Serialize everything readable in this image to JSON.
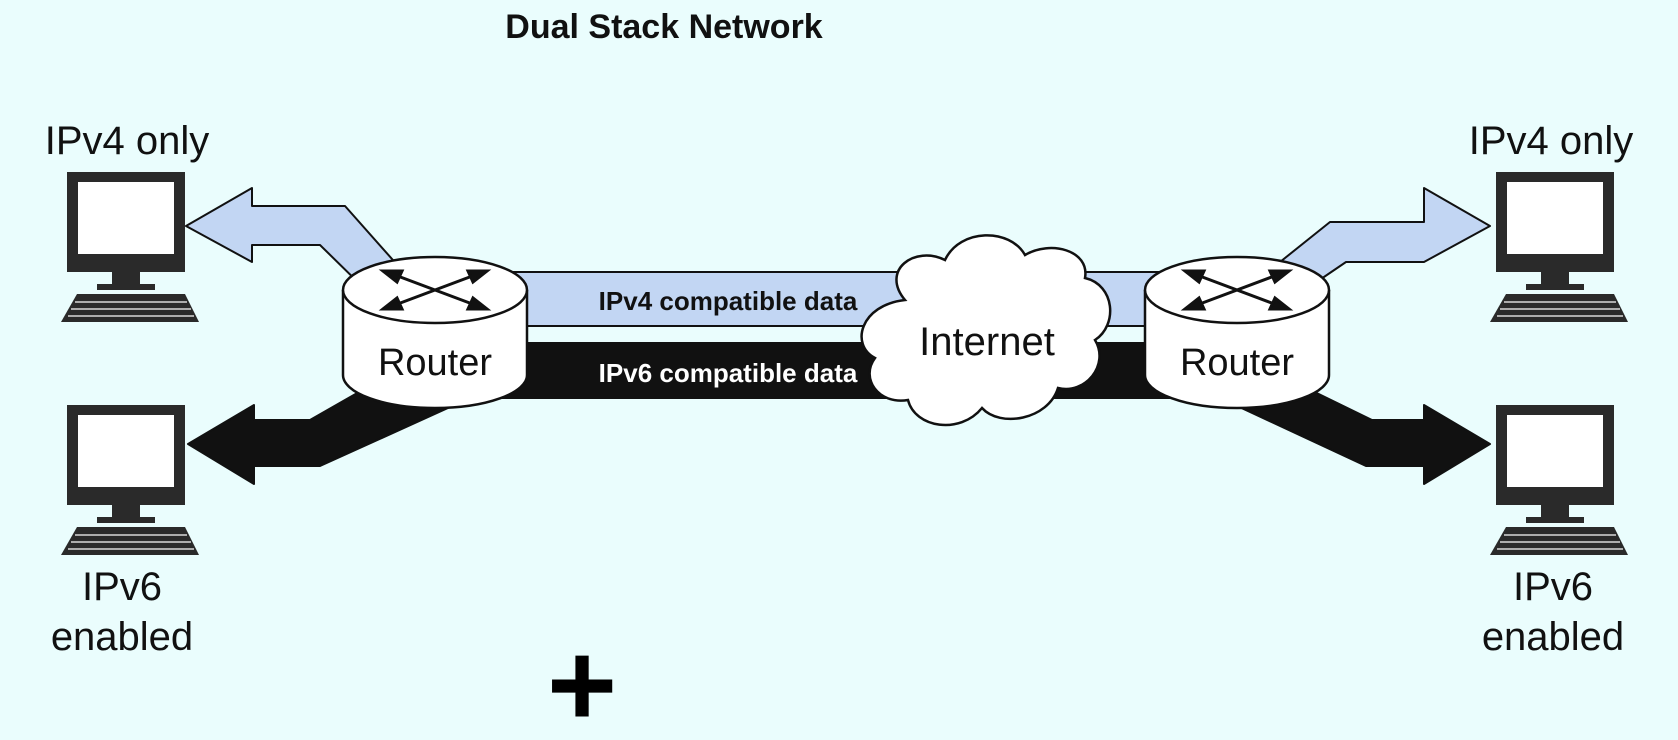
{
  "title": "Dual Stack Network",
  "labels": {
    "left_top_host": "IPv4 only",
    "right_top_host": "IPv4 only",
    "left_bottom_host_line1": "IPv6",
    "left_bottom_host_line2": "enabled",
    "right_bottom_host_line1": "IPv6",
    "right_bottom_host_line2": "enabled",
    "left_router": "Router",
    "right_router": "Router",
    "internet": "Internet",
    "ipv4_link": "IPv4 compatible data",
    "ipv6_link": "IPv6 compatible data",
    "plus_symbol": "+"
  },
  "colors": {
    "background": "#eafdfd",
    "ipv4_fill": "#c2d6f3",
    "ipv6_fill": "#111111",
    "router_fill": "#ffffff",
    "outline": "#111111"
  }
}
